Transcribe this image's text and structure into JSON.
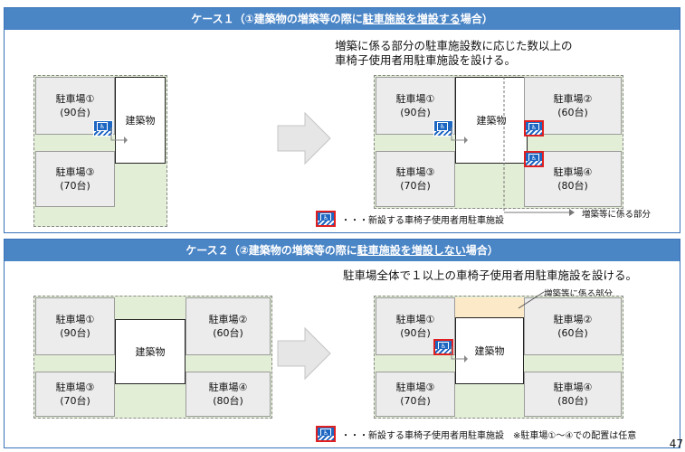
{
  "case1": {
    "title_prefix": "ケース１（①建築物の増築等の際に",
    "title_underline": "駐車施設を増設する",
    "title_suffix": "場合）",
    "note_line1": "増築に係る部分の駐車施設数に応じた数以上の",
    "note_line2": "車椅子使用者用駐車施設を設ける。",
    "lot1_name": "駐車場①",
    "lot1_count": "(90台)",
    "lot2_name": "駐車場②",
    "lot2_count": "(60台)",
    "lot3_name": "駐車場③",
    "lot3_count": "(70台)",
    "lot4_name": "駐車場④",
    "lot4_count": "(80台)",
    "building": "建築物",
    "extension_label": "増築等に係る部分",
    "legend": "・・・新設する車椅子使用者用駐車施設"
  },
  "case2": {
    "title_prefix": "ケース２（②建築物の増築等の際に",
    "title_underline": "駐車施設を増設しない",
    "title_suffix": "場合）",
    "note": "駐車場全体で１以上の車椅子使用者用駐車施設を設ける。",
    "extension_label": "増築等に係る部分",
    "lot1_name": "駐車場①",
    "lot1_count": "(90台)",
    "lot2_name": "駐車場②",
    "lot2_count": "(60台)",
    "lot3_name": "駐車場③",
    "lot3_count": "(70台)",
    "lot4_name": "駐車場④",
    "lot4_count": "(80台)",
    "building": "建築物",
    "legend": "・・・新設する車椅子使用者用駐車施設",
    "legend_note": "※駐車場①～④での配置は任意"
  },
  "page_number": "47",
  "colors": {
    "header": "#4a85c6",
    "site": "#e3eed6",
    "lot": "#ececec",
    "new_space_border": "#e02020",
    "wheelchair": "#1d66c2",
    "extension": "#fce9c8"
  }
}
